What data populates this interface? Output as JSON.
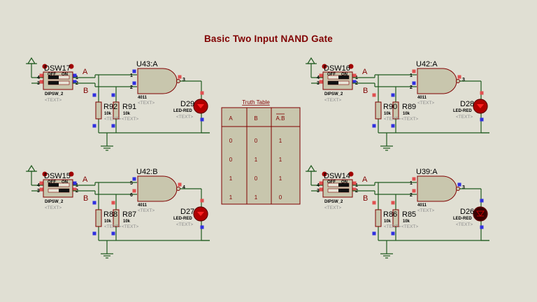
{
  "title": "Basic Two Input NAND Gate",
  "colors": {
    "background": "#e0dfd3",
    "wire": "#1f5a1f",
    "component_outline": "#800000",
    "component_fill": "#c8c6ad",
    "pin_high": "#e05050",
    "pin_low": "#3030e0",
    "led_on": "#b00000",
    "led_off": "#3a0000",
    "title": "#800000"
  },
  "truth_table": {
    "title": "Truth Table",
    "headers": [
      "A",
      "B",
      "A.B"
    ],
    "rows": [
      [
        "0",
        "0",
        "1"
      ],
      [
        "0",
        "1",
        "1"
      ],
      [
        "1",
        "0",
        "1"
      ],
      [
        "1",
        "1",
        "0"
      ]
    ]
  },
  "circuits": [
    {
      "id": "top-left",
      "switch": {
        "ref": "DSW17",
        "type": "DIPSW_2",
        "text": "<TEXT>",
        "sw1_on": false,
        "sw2_on": false,
        "pins": [
          "4",
          "3",
          "1",
          "2"
        ]
      },
      "net_labels": [
        "A",
        "B"
      ],
      "gate": {
        "ref": "U43:A",
        "part": "4011",
        "text": "<TEXT>",
        "pins": [
          "1",
          "2",
          "3"
        ],
        "in1": "low",
        "in2": "low",
        "out": "high"
      },
      "resistors": [
        {
          "ref": "R92",
          "value": "10k",
          "text": "<TEXT>"
        },
        {
          "ref": "R91",
          "value": "10k",
          "text": "<TEXT>"
        }
      ],
      "led": {
        "ref": "D29",
        "type": "LED-RED",
        "text": "<TEXT>",
        "on": true
      }
    },
    {
      "id": "top-right",
      "switch": {
        "ref": "DSW16",
        "type": "DIPSW_2",
        "text": "<TEXT>",
        "sw1_on": true,
        "sw2_on": false,
        "pins": [
          "4",
          "3",
          "1",
          "2"
        ]
      },
      "net_labels": [
        "A",
        "B"
      ],
      "gate": {
        "ref": "U42:A",
        "part": "4011",
        "text": "<TEXT>",
        "pins": [
          "1",
          "2",
          "3"
        ],
        "in1": "high",
        "in2": "low",
        "out": "high"
      },
      "resistors": [
        {
          "ref": "R90",
          "value": "10k",
          "text": "<TEXT>"
        },
        {
          "ref": "R89",
          "value": "10k",
          "text": "<TEXT>"
        }
      ],
      "led": {
        "ref": "D28",
        "type": "LED-RED",
        "text": "<TEXT>",
        "on": true
      }
    },
    {
      "id": "bottom-left",
      "switch": {
        "ref": "DSW15",
        "type": "DIPSW_2",
        "text": "<TEXT>",
        "sw1_on": false,
        "sw2_on": true,
        "pins": [
          "4",
          "3",
          "1",
          "2"
        ]
      },
      "net_labels": [
        "A",
        "B"
      ],
      "gate": {
        "ref": "U42:B",
        "part": "4011",
        "text": "<TEXT>",
        "pins": [
          "5",
          "6",
          "4"
        ],
        "in1": "low",
        "in2": "high",
        "out": "high"
      },
      "resistors": [
        {
          "ref": "R88",
          "value": "10k",
          "text": "<TEXT>"
        },
        {
          "ref": "R87",
          "value": "10k",
          "text": "<TEXT>"
        }
      ],
      "led": {
        "ref": "D27",
        "type": "LED-RED",
        "text": "<TEXT>",
        "on": true
      }
    },
    {
      "id": "bottom-right",
      "switch": {
        "ref": "DSW14",
        "type": "DIPSW_2",
        "text": "<TEXT>",
        "sw1_on": true,
        "sw2_on": true,
        "pins": [
          "4",
          "3",
          "1",
          "2"
        ]
      },
      "net_labels": [
        "A",
        "B"
      ],
      "gate": {
        "ref": "U39:A",
        "part": "4011",
        "text": "<TEXT>",
        "pins": [
          "1",
          "2",
          "3"
        ],
        "in1": "high",
        "in2": "high",
        "out": "low"
      },
      "resistors": [
        {
          "ref": "R86",
          "value": "10k",
          "text": "<TEXT>"
        },
        {
          "ref": "R85",
          "value": "10k",
          "text": "<TEXT>"
        }
      ],
      "led": {
        "ref": "D26",
        "type": "LED-RED",
        "text": "<TEXT>",
        "on": false
      }
    }
  ]
}
